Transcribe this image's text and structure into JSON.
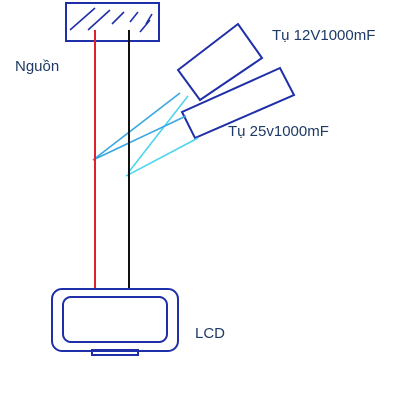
{
  "labels": {
    "source": "Nguồn",
    "capacitor_12v": "Tụ 12V1000mF",
    "capacitor_25v": "Tụ 25v1000mF",
    "lcd": "LCD"
  },
  "colors": {
    "outline": "#1f2fa8",
    "wire_red": "#e0202a",
    "wire_black": "#111111",
    "cap1_leads": "#3aa7e0",
    "cap2_leads": "#4cd6ec",
    "label_text": "#1f3a66"
  }
}
